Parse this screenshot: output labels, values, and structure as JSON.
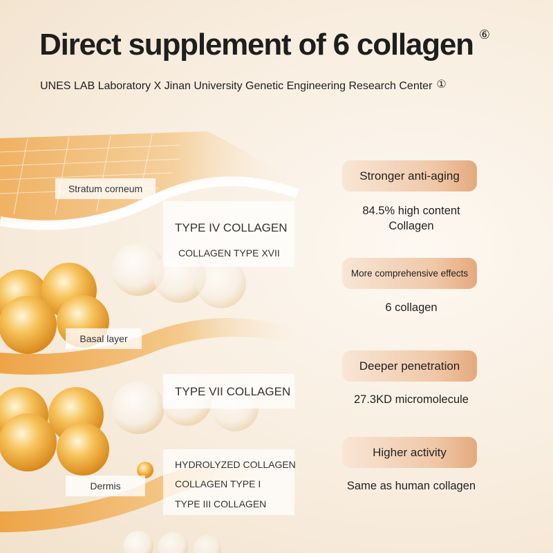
{
  "header": {
    "title": "Direct supplement of 6 collagen",
    "title_note": "⑥",
    "subtitle": "UNES LAB Laboratory X Jinan University Genetic Engineering Research Center",
    "subtitle_note": "①"
  },
  "layers": {
    "stratum": "Stratum corneum",
    "basal": "Basal layer",
    "dermis": "Dermis"
  },
  "collagen_types": {
    "group1": [
      "TYPE IV COLLAGEN",
      "COLLAGEN TYPE XVII"
    ],
    "group2": [
      "TYPE VII COLLAGEN"
    ],
    "group3": [
      "HYDROLYZED COLLAGEN",
      "COLLAGEN TYPE I",
      "TYPE III COLLAGEN"
    ]
  },
  "features": [
    {
      "title": "Stronger anti-aging",
      "desc_line1": "84.5% high content",
      "desc_line2": "Collagen"
    },
    {
      "title": "More comprehensive effects",
      "desc_line1": "6 collagen"
    },
    {
      "title": "Deeper penetration",
      "desc_line1": "27.3KD micromolecule"
    },
    {
      "title": "Higher activity",
      "desc_line1": "Same as human collagen"
    }
  ],
  "colors": {
    "accent": "#e9a35a",
    "pill_end": "#e4a97e",
    "background": "#f8eddf"
  }
}
